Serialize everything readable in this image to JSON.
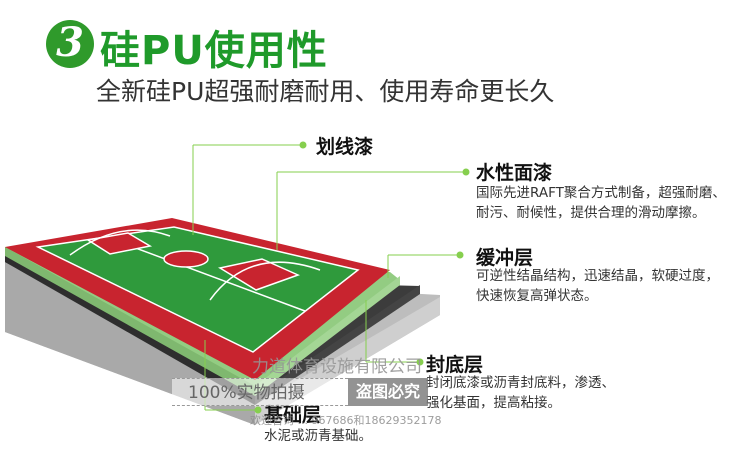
{
  "header": {
    "number": "3",
    "title": "硅PU使用性",
    "subtitle": "全新硅PU超强耐磨耐用、使用寿命更长久"
  },
  "layers": [
    {
      "title": "划线漆",
      "desc": []
    },
    {
      "title": "水性面漆",
      "desc": [
        "国际先进RAFT聚合方式制备，超强耐磨、",
        "耐污、耐候性，提供合理的滑动摩擦。"
      ]
    },
    {
      "title": "缓冲层",
      "desc": [
        "可逆性结晶结构，迅速结晶，软硬过度，",
        "快速恢复高弹状态。"
      ]
    },
    {
      "title": "封底层",
      "desc": [
        "封闭底漆或沥青封底料，渗透、",
        "强化基面，提高粘接。"
      ]
    },
    {
      "title": "基础层",
      "desc": [
        "水泥或沥青基础。"
      ]
    }
  ],
  "watermark": {
    "company": "力道体育设施有限公司",
    "real_photo": "100%实物拍摄",
    "no_piracy": "盗图必究",
    "contact": "欢迎咨询 ... 967686和18629352178"
  },
  "colors": {
    "brand_green": "#1f9a2a",
    "court_red": "#c8242f",
    "court_green": "#2f9a3c",
    "cushion_green": "#8fc97f",
    "seal_black": "#3a3a3a",
    "base_gray": "#b9b9b9",
    "leader_line": "#86cf4e"
  }
}
